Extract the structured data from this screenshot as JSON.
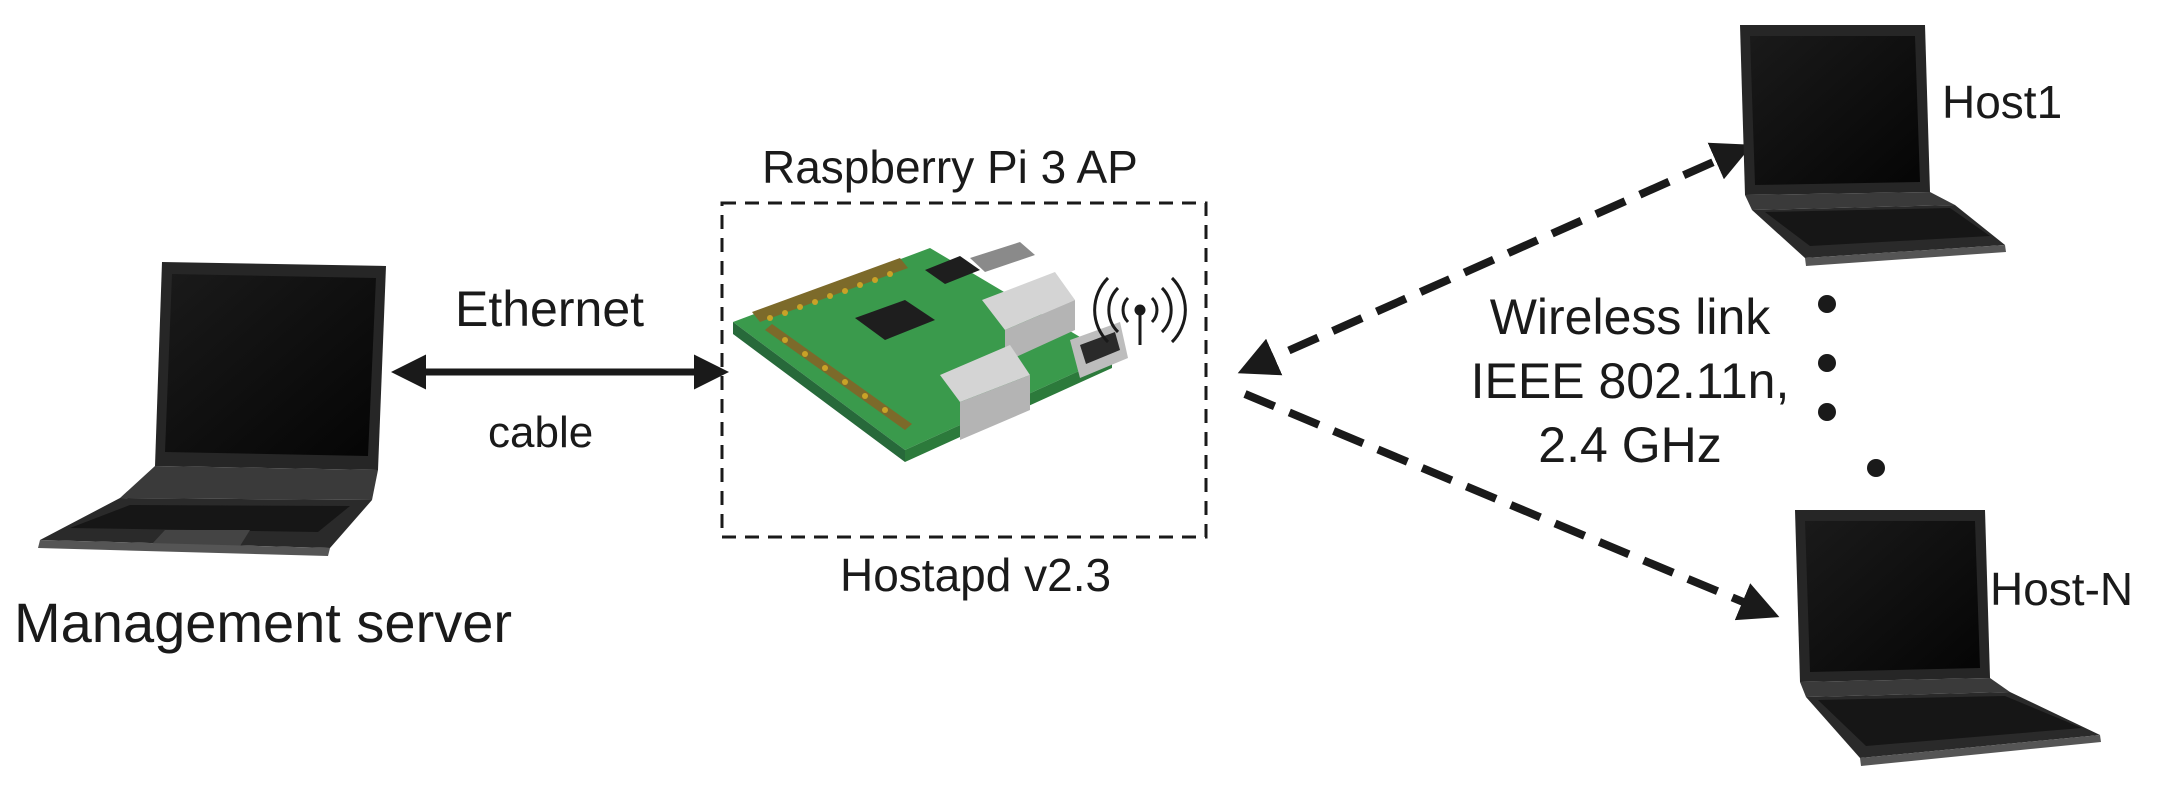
{
  "nodes": {
    "server": "Management server",
    "ap_title": "Raspberry Pi 3 AP",
    "ap_software": "Hostapd v2.3",
    "host1": "Host1",
    "hostn": "Host-N"
  },
  "links": {
    "wired_top": "Ethernet",
    "wired_bottom": "cable",
    "wireless": [
      "Wireless link",
      "IEEE 802.11n,",
      "2.4 GHz"
    ]
  },
  "colors": {
    "line": "#1a1a1a",
    "laptop_body": "#2b2b2b",
    "screen": "#0e0e0e",
    "pcb": "#3a9a4c",
    "pin": "#c9a227",
    "usb": "#c8c8c8"
  }
}
